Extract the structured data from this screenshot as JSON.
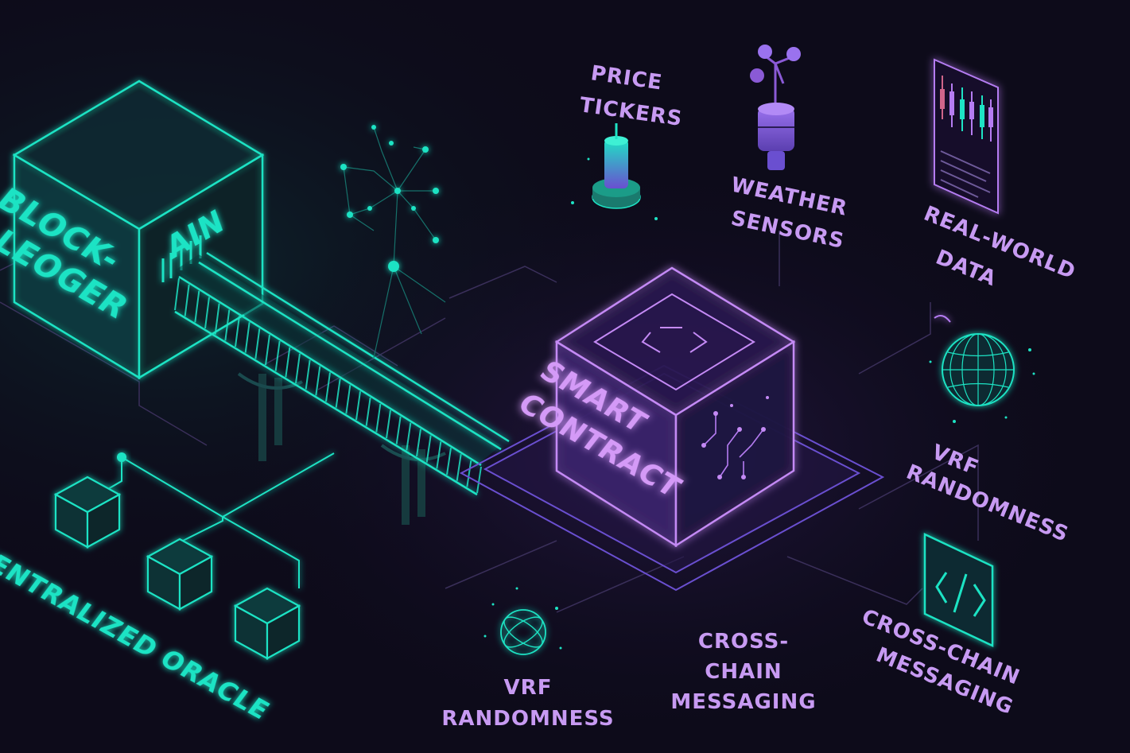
{
  "colors": {
    "background": "#0d0b1a",
    "teal": "#1ee3c4",
    "teal_dim": "#0f8f80",
    "purple": "#b57cf2",
    "purple_light": "#d49af7",
    "violet": "#8a5ad6",
    "grid": "#3a2f5a"
  },
  "blockchain": {
    "front_line1": "BLOCK-",
    "front_line2": "LEOGER",
    "side_text": "AIN"
  },
  "smart_contract": {
    "line1": "SMART",
    "line2": "CONTRACT"
  },
  "labels": {
    "price_tickers": [
      "PRICE",
      "TICKERS"
    ],
    "weather_sensors": [
      "WEATHER",
      "SENSORS"
    ],
    "real_world_data": [
      "REAL-WORLD",
      "DATA"
    ],
    "vrf_right": [
      "VRF",
      "RANDOMNESS"
    ],
    "cross_chain_right": [
      "CROSS-CHAIN",
      "MESSAGING"
    ],
    "vrf_bottom": [
      "VRF",
      "RANDOMNESS"
    ],
    "cross_chain_bottom": [
      "CROSS-",
      "CHAIN",
      "MESSAGING"
    ],
    "decentralized_oracle": "DECENTRALIZED ORACLE"
  },
  "icons": {
    "code": "code-brackets-icon",
    "globe": "globe-icon",
    "atom": "orbit-sphere-icon",
    "chart": "candlestick-chart-icon",
    "sensor": "weather-sensor-icon",
    "ticker": "price-ticker-icon",
    "network": "node-network-icon"
  }
}
